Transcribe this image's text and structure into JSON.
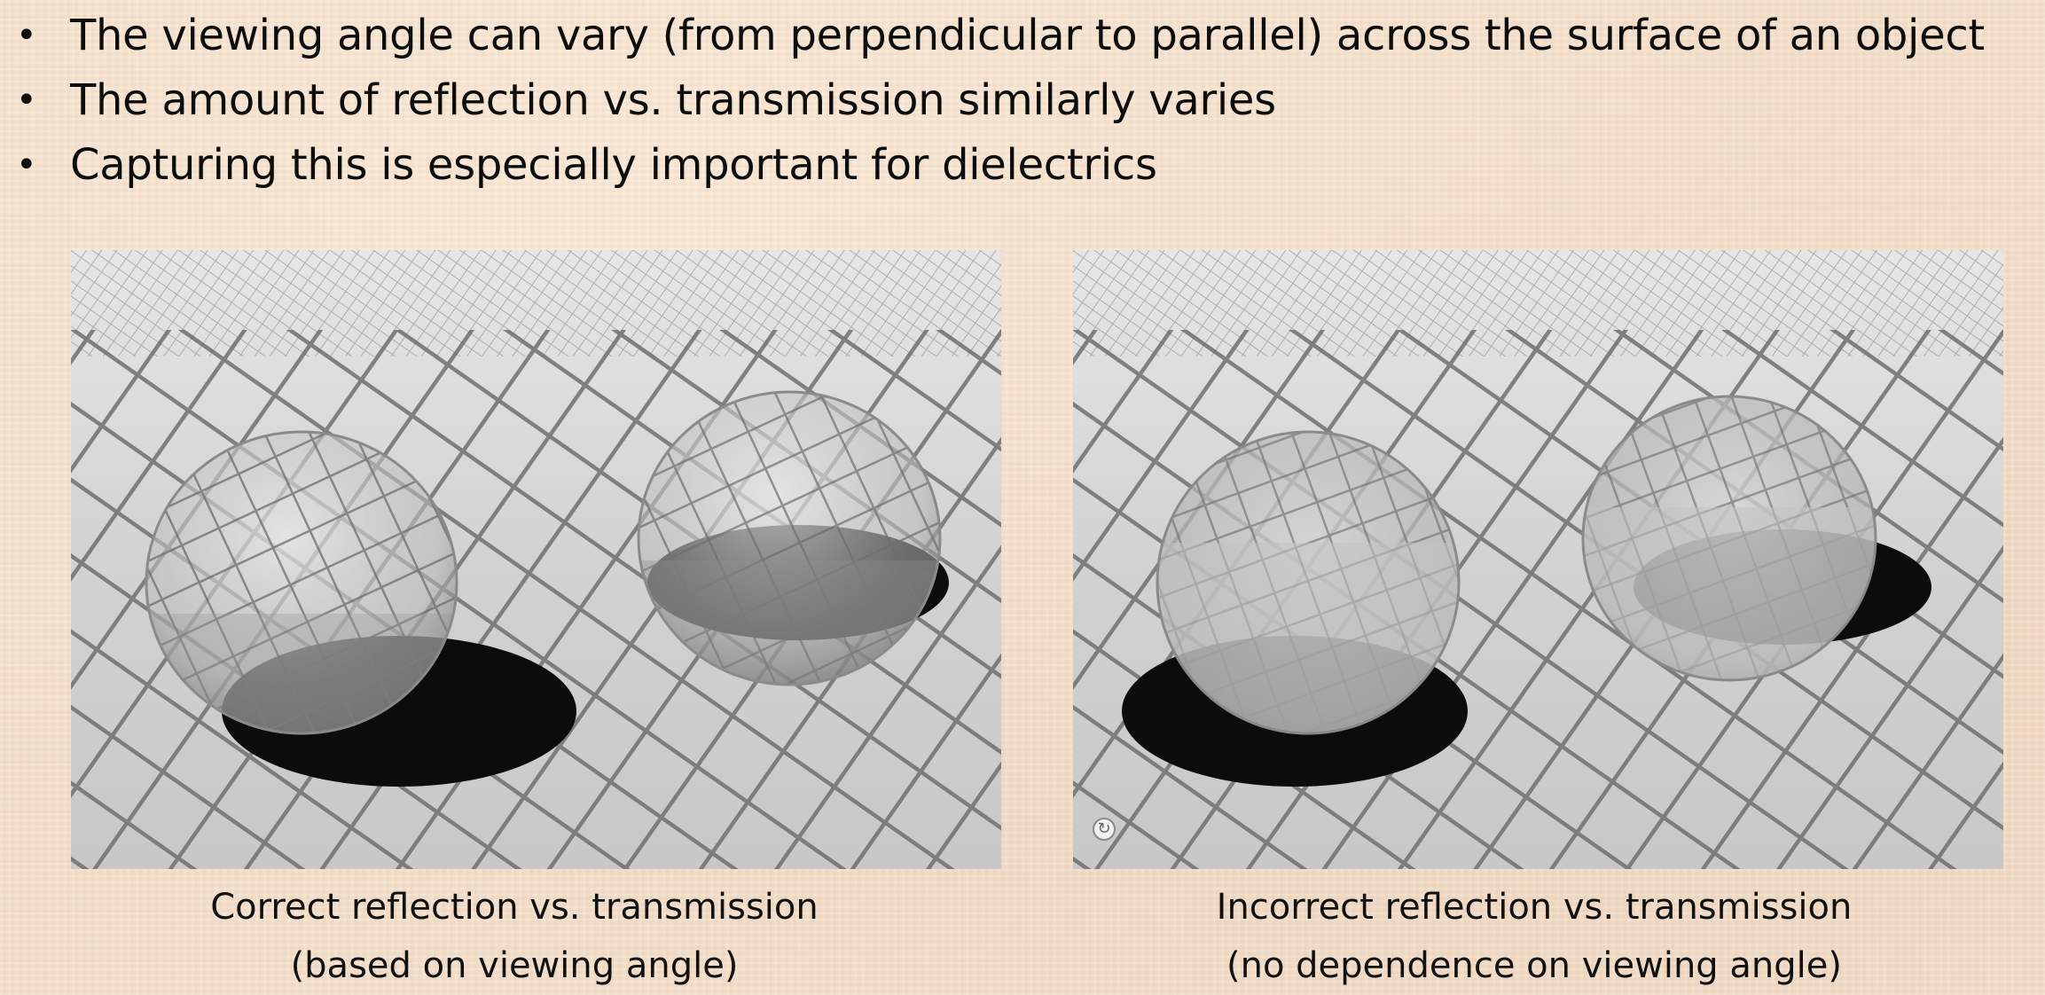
{
  "bullets": [
    "The viewing angle can vary (from perpendicular to parallel) across the surface of an object",
    "The amount of reflection vs. transmission similarly varies",
    "Capturing this is especially important for dielectrics"
  ],
  "bullet_symbol": "•",
  "figures": {
    "left": {
      "caption_line1": "Correct reflection vs. transmission",
      "caption_line2": "(based on viewing angle)"
    },
    "right": {
      "caption_line1": "Incorrect reflection vs. transmission",
      "caption_line2": "(no dependence on viewing angle)"
    }
  },
  "colors": {
    "background": "#f3dfca",
    "floor": "#cfcfcf",
    "grid_lines": "#707070",
    "shadow": "#0c0c0c",
    "text": "#0d0d0d"
  },
  "icons": {
    "reload": "↻"
  }
}
